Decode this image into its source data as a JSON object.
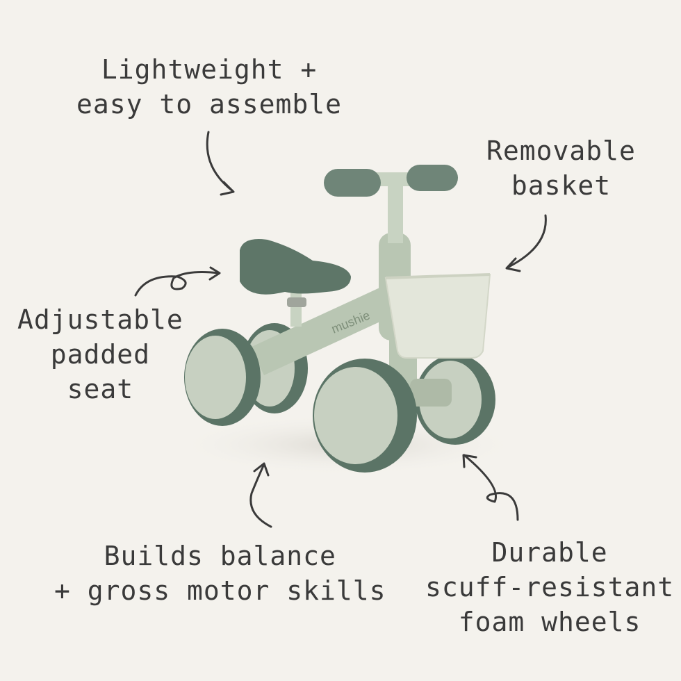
{
  "brand": "mushie",
  "callouts": {
    "lightweight": {
      "line1": "Lightweight +",
      "line2": "easy to assemble"
    },
    "basket": {
      "line1": "Removable",
      "line2": "basket"
    },
    "seat": {
      "line1": "Adjustable",
      "line2": "padded",
      "line3": "seat"
    },
    "balance": {
      "line1": "Builds balance",
      "line2": "+ gross motor skills"
    },
    "wheels": {
      "line1": "Durable",
      "line2": "scuff-resistant",
      "line3": "foam wheels"
    }
  },
  "colors": {
    "background": "#f4f2ed",
    "text": "#3a3a3a",
    "frame": "#b9c6b3",
    "dark_green": "#5b7466",
    "wheel_face": "#c7d0c1",
    "basket": "#e3e6da"
  }
}
